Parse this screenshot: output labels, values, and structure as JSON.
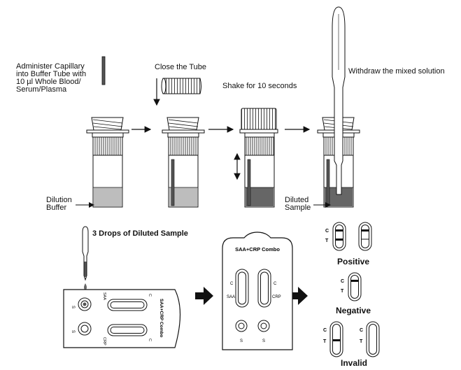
{
  "steps": {
    "administer_text": [
      "Administer  Capillary",
      "into  Buffer Tube with",
      "10   µl  Whole Blood/",
      "Serum/Plasma"
    ],
    "close_tube": "Close the Tube",
    "shake": "Shake for 10 seconds",
    "withdraw": "Withdraw the mixed solution",
    "dilution_buffer": [
      "Dilution",
      "Buffer"
    ],
    "diluted_sample": [
      "Diluted",
      "Sample"
    ]
  },
  "drops": "3 Drops of Diluted Sample",
  "cassette": {
    "name": "SAA+CRP Combo",
    "S": "S",
    "C": "C",
    "T": "T",
    "SAA": "SAA",
    "CRP": "CRP"
  },
  "results": {
    "positive": "Positive",
    "negative": "Negative",
    "invalid": "Invalid"
  },
  "colors": {
    "buffer_light": "#bdbdbd",
    "buffer_dark": "#666666",
    "line": "#111111"
  }
}
